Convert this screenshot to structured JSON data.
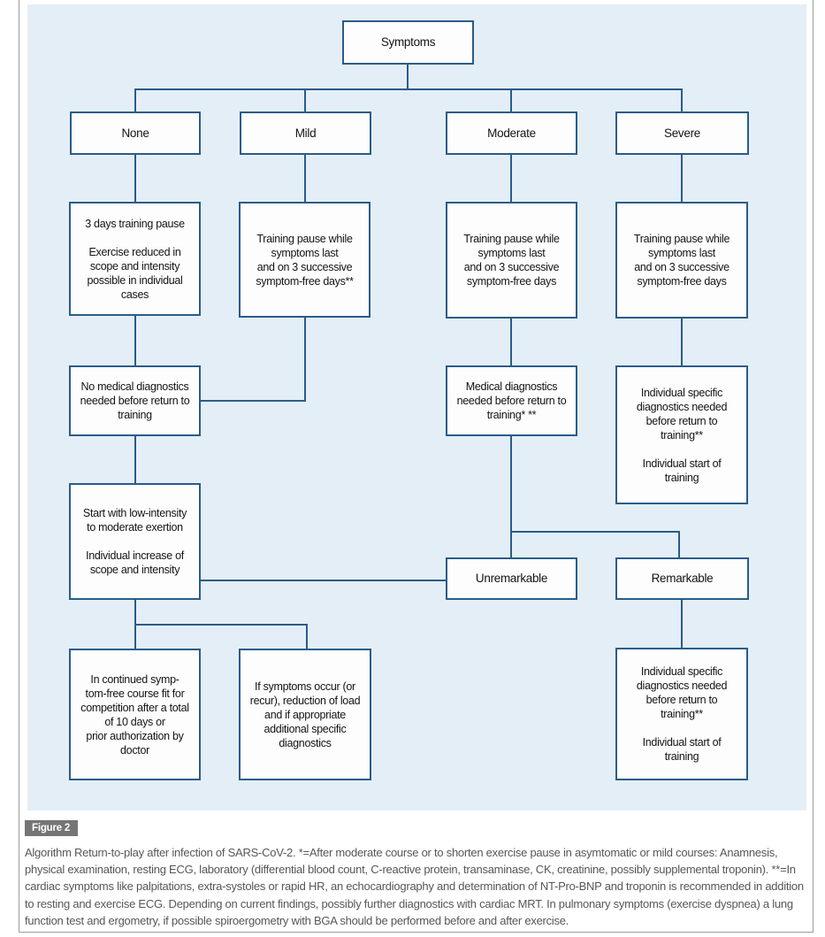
{
  "colors": {
    "panel_bg": "#e4eef6",
    "box_border": "#2a5c8a",
    "box_fill": "#fdfdfd",
    "line": "#2a5c8a",
    "node_text": "#141414",
    "caption_text": "#575757",
    "badge_bg": "#757575",
    "badge_text": "#ffffff",
    "frame_border": "#9b9b9b"
  },
  "flowchart": {
    "nodes": {
      "symptoms": {
        "label": "Symptoms"
      },
      "none": {
        "label": "None"
      },
      "mild": {
        "label": "Mild"
      },
      "moderate": {
        "label": "Moderate"
      },
      "severe": {
        "label": "Severe"
      },
      "none_pause": {
        "label": "3 days training pause\n\nExercise reduced in\nscope and intensity\npossible in individual\ncases"
      },
      "mild_pause": {
        "label": "Training pause while\nsymptoms last\nand on 3 successive\nsymptom-free days**"
      },
      "moderate_pause": {
        "label": "Training pause while\nsymptoms last\nand on 3 successive\nsymptom-free days"
      },
      "severe_pause": {
        "label": "Training pause while\nsymptoms last\nand on 3 successive\nsymptom-free days"
      },
      "none_diag": {
        "label": "No medical diagnostics\nneeded before return to\ntraining"
      },
      "moderate_diag": {
        "label": "Medical diagnostics\nneeded before return to\ntraining* **"
      },
      "severe_diag": {
        "label": "Individual specific\ndiagnostics needed\nbefore return to\ntraining**\n\nIndividual start of\ntraining"
      },
      "start_low": {
        "label": "Start with low-intensity\nto moderate exertion\n\nIndividual increase of\nscope and intensity"
      },
      "unremarkable": {
        "label": "Unremarkable"
      },
      "remarkable": {
        "label": "Remarkable"
      },
      "continued": {
        "label": "In continued symp-\ntom-free course fit for\ncompetition after a total\nof 10 days or\nprior authorization by\ndoctor"
      },
      "if_symptoms": {
        "label": "If symptoms occur (or\nrecur), reduction of load\nand if appropriate\nadditional specific\ndiagnostics"
      },
      "remarkable_diag": {
        "label": "Individual specific\ndiagnostics needed\nbefore return to\ntraining**\n\nIndividual start of\ntraining"
      }
    }
  },
  "figure": {
    "badge": "Figure 2",
    "caption": "Algorithm Return-to-play after infection of SARS-CoV-2. *=After moderate course or to shorten exercise pause in asymtomatic or mild courses: Anamnesis, physical examination, resting ECG, laboratory (differential blood count, C-reactive protein, transaminase, CK, creatinine, possibly supplemental troponin). **=In cardiac symptoms like palpitations, extra-systoles or rapid HR, an echocardiography and determination of NT-Pro-BNP and troponin is recommended in addition to resting and exercise ECG. Depending on current findings, possibly further diagnostics with cardiac MRT. In pulmonary symptoms (exercise dyspnea) a lung function test and ergometry, if possible spiroergometry with BGA should be performed before and after exercise."
  }
}
